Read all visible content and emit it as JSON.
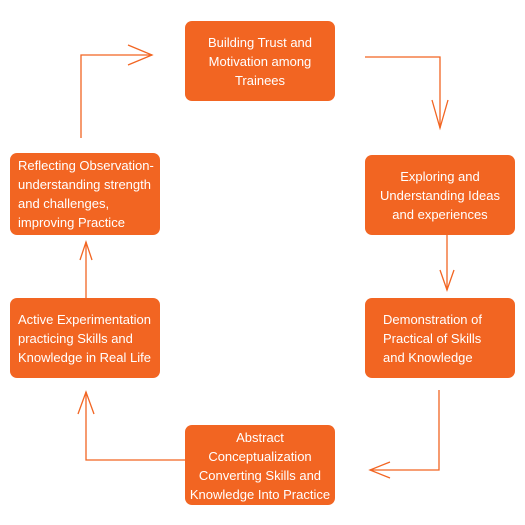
{
  "colors": {
    "box_fill": "#f26522",
    "box_text": "#ffffff",
    "connector": "#f26522"
  },
  "nodes": {
    "trust": "Building Trust and\nMotivation among\nTrainees",
    "explore": "Exploring and\nUnderstanding Ideas\nand experiences",
    "demo": "Demonstration of\nPractical of Skills\nand Knowledge",
    "abstract": "Abstract\nConceptualization\nConverting Skills and\nKnowledge Into Practice",
    "active": "Active Experimentation\npracticing Skills and\nKnowledge in Real Life",
    "reflect": "Reflecting Observation-\nunderstanding strength\nand challenges,\nimproving Practice"
  },
  "edges": [
    {
      "from": "trust",
      "to": "explore"
    },
    {
      "from": "explore",
      "to": "demo"
    },
    {
      "from": "demo",
      "to": "abstract"
    },
    {
      "from": "abstract",
      "to": "active"
    },
    {
      "from": "active",
      "to": "reflect"
    },
    {
      "from": "reflect",
      "to": "trust"
    }
  ]
}
